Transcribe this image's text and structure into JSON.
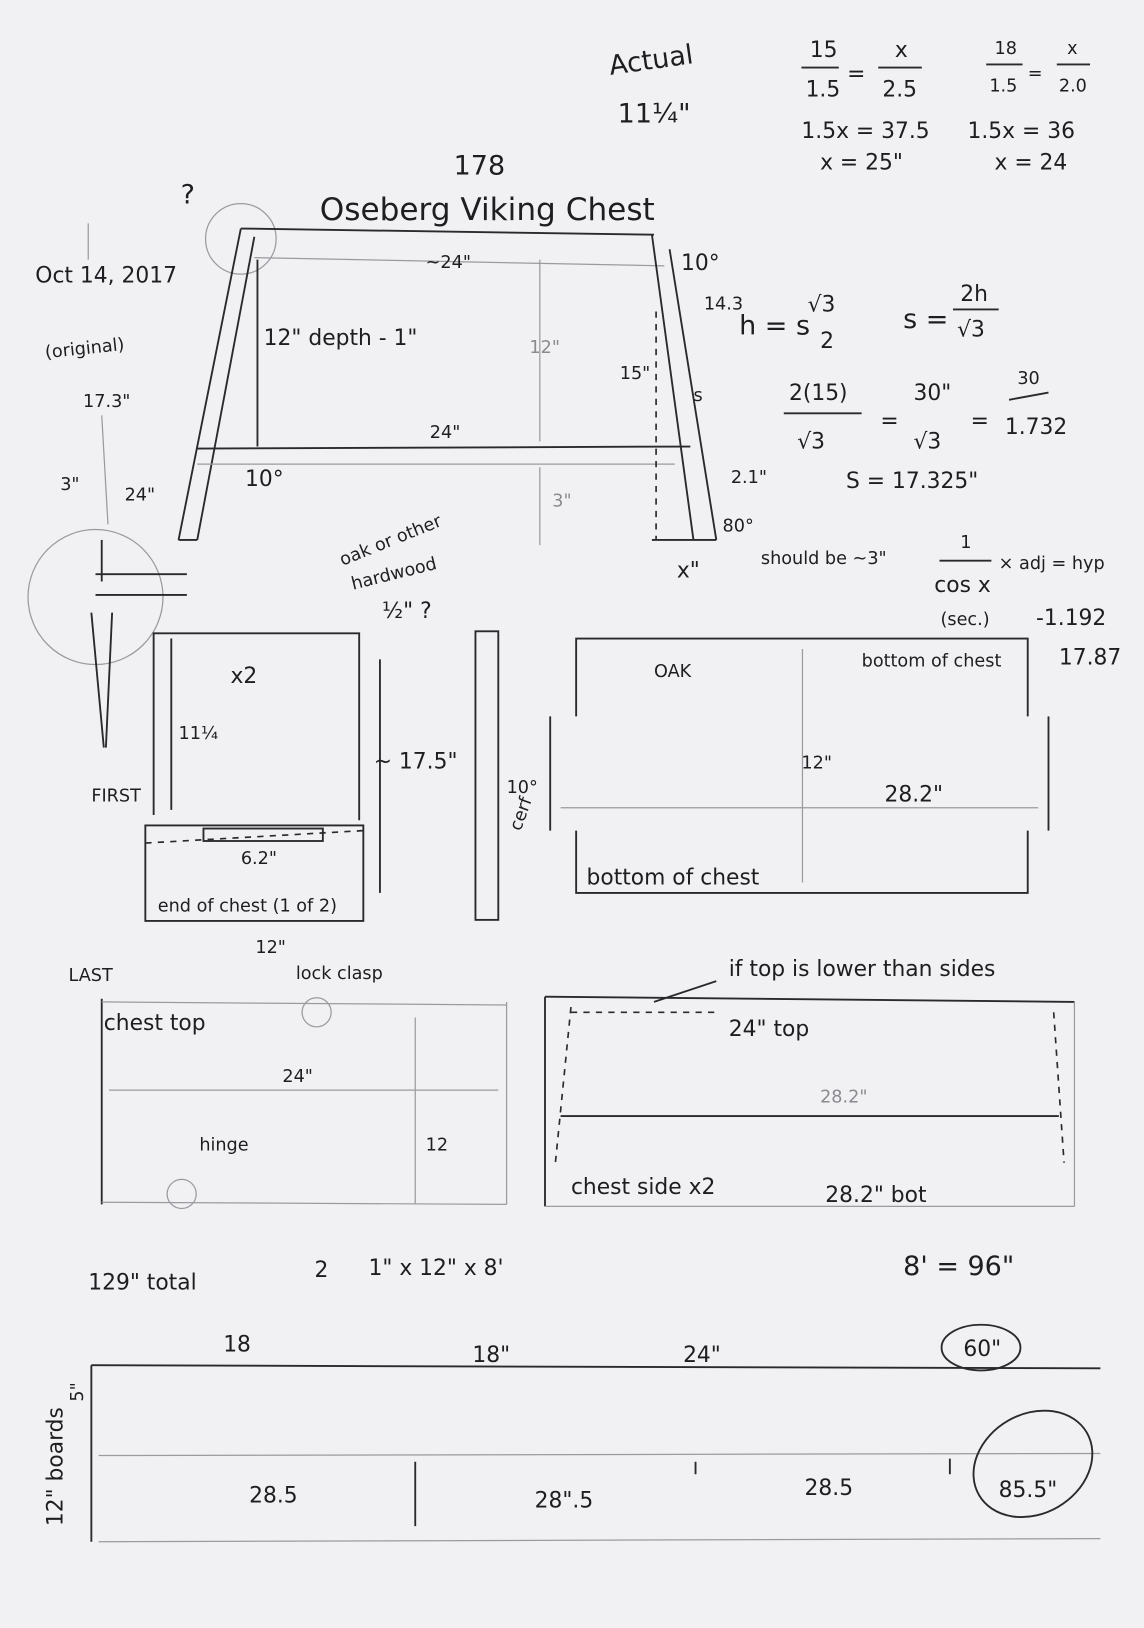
{
  "header": {
    "actual_label": "Actual",
    "actual_value": "11¼\"",
    "page_number": "178",
    "title": "Oseberg Viking Chest",
    "question_mark": "?",
    "date": "Oct 14, 2017",
    "original_label": "(original)",
    "original_value": "17.3\"",
    "leg_gap": "3\"",
    "leg_length": "24\""
  },
  "proportions": {
    "eq1": {
      "n1": "15",
      "d1": "1.5",
      "eq": "=",
      "n2": "x",
      "d2": "2.5",
      "step": "1.5x = 37.5",
      "result": "x = 25\""
    },
    "eq2": {
      "n1": "18",
      "d1": "1.5",
      "eq": "=",
      "n2": "x",
      "d2": "2.0",
      "step": "1.5x = 36",
      "result": "x = 24"
    }
  },
  "end_view": {
    "top_width": "~24\"",
    "depth_note": "12\" depth - 1\"",
    "inner_height": "12\"",
    "bottom_width": "24\"",
    "foot_height": "3\"",
    "angle_top": "10°",
    "angle_bottom": "10°",
    "angle_foot": "80°",
    "slant_top": "14.3",
    "slant_mid": "15\"",
    "s_label": "s",
    "slant_lower": "2.1\"",
    "foot_x": "x\"",
    "material_1": "oak or other",
    "material_2": "hardwood",
    "thickness": "½\" ?"
  },
  "math": {
    "h_formula_lhs": "h = s",
    "h_formula_num": "√3",
    "h_formula_den": "2",
    "s_formula_lhs": "s =",
    "s_formula_num": "2h",
    "s_formula_den": "√3",
    "calc_num1": "2(15)",
    "calc_den1": "√3",
    "calc_num2": "30\"",
    "calc_den2": "√3",
    "calc_num3": "30",
    "calc_den3": "1.732",
    "equals": "=",
    "s_result": "S = 17.325\"",
    "should_be": "should be ~3\"",
    "sec_num": "1",
    "sec_den": "cos x",
    "sec_rule": "× adj = hyp",
    "sec_label": "(sec.)",
    "sec_value": "-1.192",
    "hyp_value": "17.87"
  },
  "end_panel": {
    "count": "x2",
    "height_inner": "11¼",
    "order": "FIRST",
    "height_total": "~ 17.5\"",
    "notch_width": "6.2\"",
    "caption": "end of chest (1 of 2)",
    "width": "12\""
  },
  "side_strip": {
    "angle": "10°",
    "note": "cerf"
  },
  "bottom_panel": {
    "material": "OAK",
    "label_top": "bottom of chest",
    "height": "12\"",
    "length": "28.2\"",
    "label_bottom": "bottom of chest"
  },
  "chest_top": {
    "order": "LAST",
    "clasp": "lock clasp",
    "label": "chest top",
    "width": "24\"",
    "hinge": "hinge",
    "height": "12"
  },
  "chest_side": {
    "note": "if top is lower than sides",
    "top_length": "24\" top",
    "faint_length": "28.2\"",
    "label": "chest side x2",
    "bottom_length": "28.2\" bot"
  },
  "lumber": {
    "total": "129\" total",
    "qty": "2",
    "board_size": "1\" x 12\" x 8'",
    "conversion": "8' = 96\"",
    "row1": [
      "18",
      "18\"",
      "24\"",
      "60\""
    ],
    "row2": [
      "28.5",
      "28\".5",
      "28.5",
      "85.5\""
    ],
    "row1_height": "5\"",
    "row2_label": "12\" boards"
  }
}
